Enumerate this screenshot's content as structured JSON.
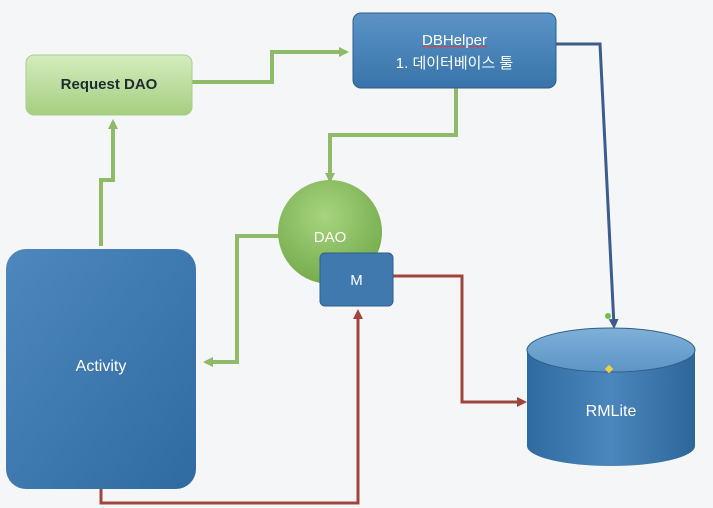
{
  "nodes": {
    "request_dao": {
      "label": "Request DAO"
    },
    "dbhelper": {
      "title": "DBHelper",
      "subtitle": "1. 데이터베이스 툴"
    },
    "dao": {
      "label": "DAO"
    },
    "m": {
      "label": "M"
    },
    "activity": {
      "label": "Activity"
    },
    "rmlite": {
      "label": "RMLite"
    }
  },
  "colors": {
    "green_arrow": "#8fba6a",
    "red_arrow": "#a0453b",
    "blue_arrow": "#3c5c8c",
    "blue_node": "#3f79ae",
    "green_node": "#8ec26a",
    "light_green_node": "#bfe0a3"
  }
}
